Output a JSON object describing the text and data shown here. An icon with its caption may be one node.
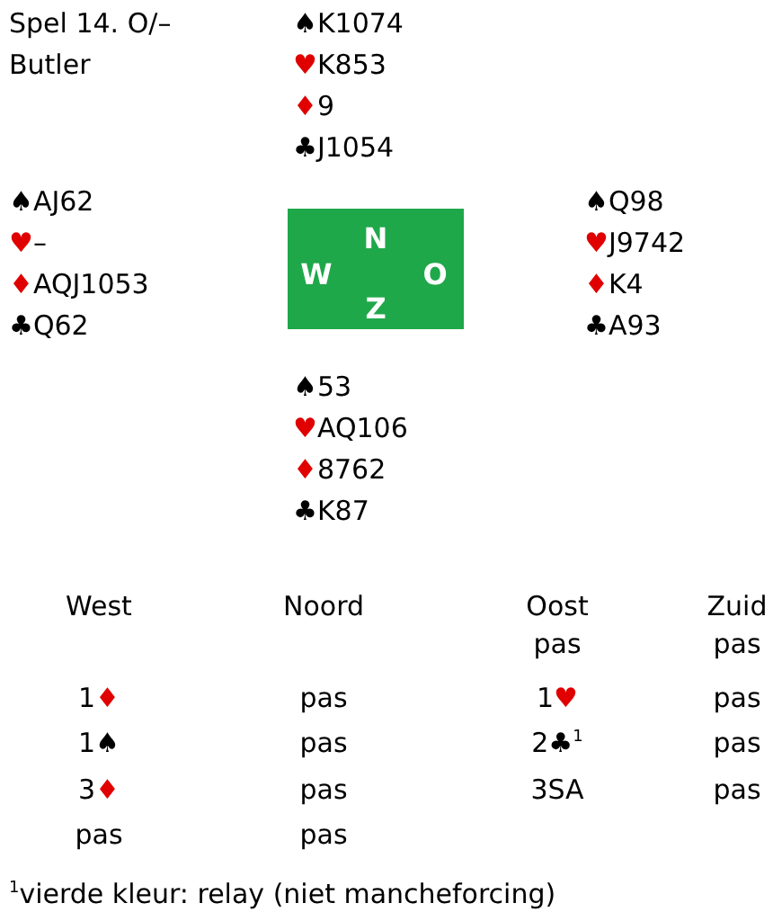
{
  "diagram": {
    "nodes": [
      {
        "text": [
          "N",
          "W",
          "O",
          "Z"
        ]
      }
    ],
    "labels": [
      "Spel 14. O/–",
      "Butler",
      "♠K1074",
      "♥K853",
      "♦9",
      "♣J1054",
      "♠AJ62",
      "♥–",
      "♦AQJ1053",
      "♣Q62",
      "♠Q98",
      "♥J9742",
      "♦K4",
      "♣A93",
      "♠53",
      "♥AQ106",
      "♦8762",
      "♣K87",
      "West",
      "Noord",
      "Oost",
      "Zuid",
      "pas",
      "pas",
      "1♦",
      "pas",
      "1♥",
      "pas",
      "1♠",
      "pas",
      "2♣$^{1}$",
      "pas",
      "3♦",
      "pas",
      "3SA",
      "pas",
      "pas",
      "pas",
      "$^{1}$vierde kleur: relay (niet mancheforcing)"
    ]
  }
}
